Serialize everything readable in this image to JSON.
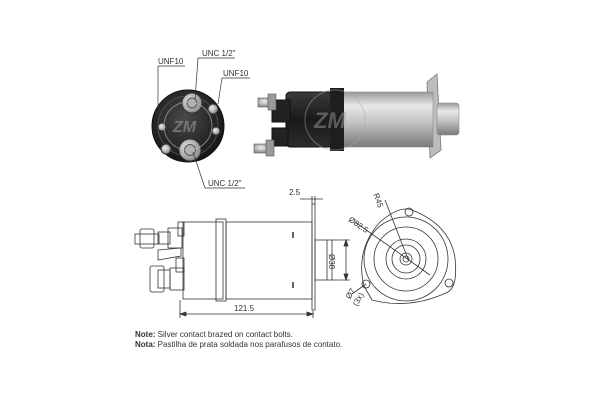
{
  "photo_front": {
    "labels": {
      "unf10_left": "UNF10",
      "unc_top": "UNC 1/2\"",
      "unf10_right": "UNF10",
      "unc_bottom": "UNC 1/2\""
    },
    "watermark": "ZM"
  },
  "photo_side": {
    "watermark": "ZM"
  },
  "drawing_side": {
    "dim_flange": "2.5",
    "dim_shaft_dia": "Ø38",
    "dim_length": "121.5"
  },
  "drawing_front": {
    "dim_radius": "R45",
    "dim_bolt_circle": "Ø82.5",
    "dim_hole": "Ø7",
    "dim_hole_count": "(3x)"
  },
  "notes": [
    {
      "label": "Note:",
      "text": " Silver contact brazed on contact bolts."
    },
    {
      "label": "Nota:",
      "text": " Pastilha de prata soldada nos parafusos de contato."
    }
  ],
  "colors": {
    "line": "#333333",
    "body_dark": "#2a2a2a",
    "body_silver": "#c8c8c8"
  }
}
